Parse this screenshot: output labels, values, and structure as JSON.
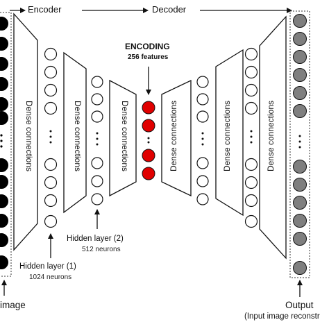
{
  "header": {
    "encoder_label": "Encoder",
    "decoder_label": "Decoder"
  },
  "encoding": {
    "title": "ENCODING",
    "subtitle": "256 features"
  },
  "blocks": {
    "dense_label": "Dense connections"
  },
  "hidden_layer_1": {
    "label": "Hidden layer (1)",
    "neurons": "1024 neurons"
  },
  "hidden_layer_2": {
    "label": "Hidden layer (2)",
    "neurons": "512 neurons"
  },
  "input": {
    "label": "image"
  },
  "output": {
    "label": "Output",
    "sublabel": "(Input image reconstr"
  },
  "colors": {
    "input_nodes": "#000000",
    "hidden_nodes": "#ffffff",
    "encoding_nodes": "#e00000",
    "output_nodes": "#7f7f7f",
    "lines": "#111111"
  }
}
